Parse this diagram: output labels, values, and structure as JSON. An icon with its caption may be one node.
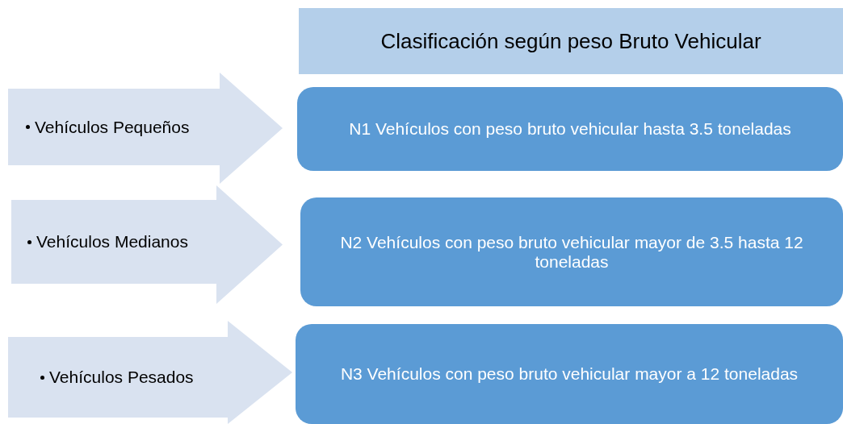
{
  "diagram": {
    "title": "Clasificación según peso Bruto Vehicular",
    "nodes": [
      {
        "text": [
          "Vehículos Pequeños"
        ]
      },
      {
        "text": [
          "N1 Vehículos con peso bruto vehicular hasta 3.5 toneladas"
        ]
      },
      {
        "text": [
          "Vehículos Medianos"
        ]
      },
      {
        "text": [
          "N2 Vehículos con peso bruto vehicular mayor de 3.5 hasta 12 toneladas"
        ]
      },
      {
        "text": [
          "Vehículos Pesados"
        ]
      },
      {
        "text": [
          "N3 Vehículos con peso bruto vehicular mayor a 12 toneladas"
        ]
      }
    ]
  }
}
